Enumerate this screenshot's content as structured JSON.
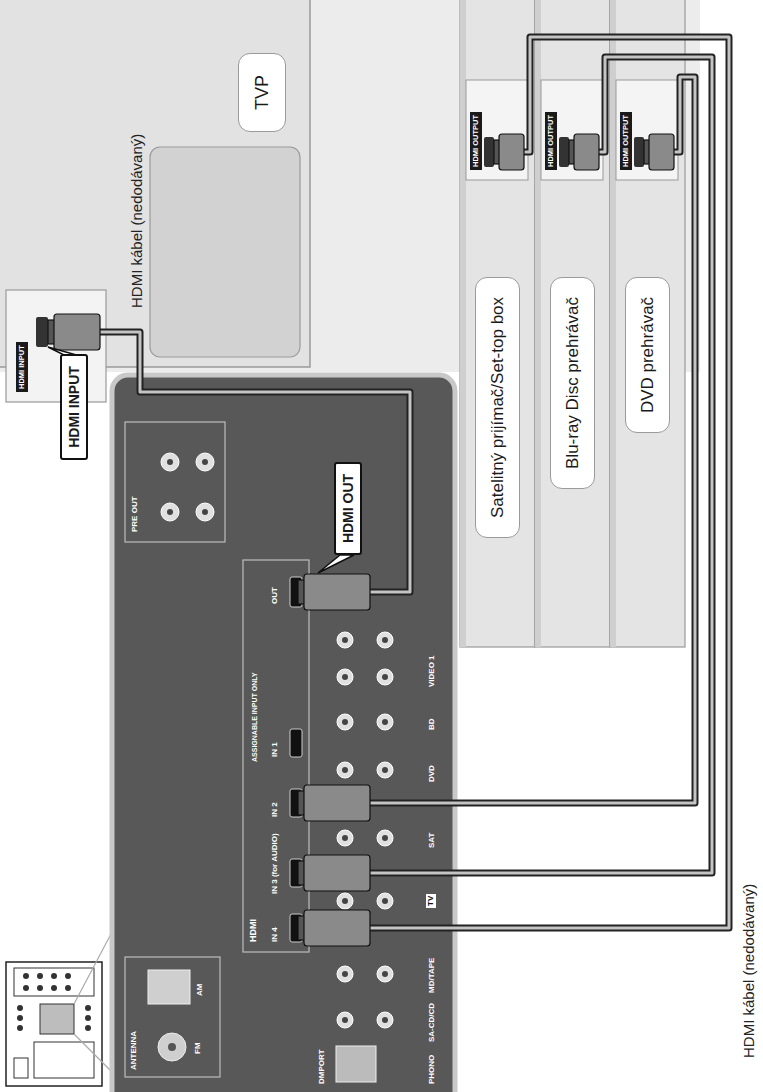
{
  "diagram": {
    "nodes": [
      {
        "text": [
          "TVP"
        ]
      },
      {
        "text": [
          "Satelitný prijímač/Set-top box"
        ]
      },
      {
        "text": [
          "Blu-ray Disc prehrávač"
        ]
      },
      {
        "text": [
          "DVD prehrávač"
        ]
      },
      {
        "text": [
          "HDMI INPUT"
        ]
      },
      {
        "text": [
          "HDMI OUT"
        ]
      }
    ],
    "labels": [
      "HDMI OUTPUT",
      "HDMI OUTPUT",
      "HDMI OUTPUT",
      "HDMI INPUT",
      "HDMI kábel (nedodávaný)",
      "HDMI kábel (nedodávaný)",
      "ANTENNA",
      "FM",
      "AM",
      "HDMI",
      "ASSIGNABLE INPUT ONLY",
      "IN 1",
      "IN 2",
      "IN 3 (for AUDIO)",
      "IN 4",
      "OUT",
      "PRE OUT",
      "VIDEO 1",
      "BD",
      "DVD",
      "SAT",
      "TV",
      "MD/TAPE",
      "SA-CD/CD",
      "PHONO",
      "DMPORT"
    ]
  }
}
